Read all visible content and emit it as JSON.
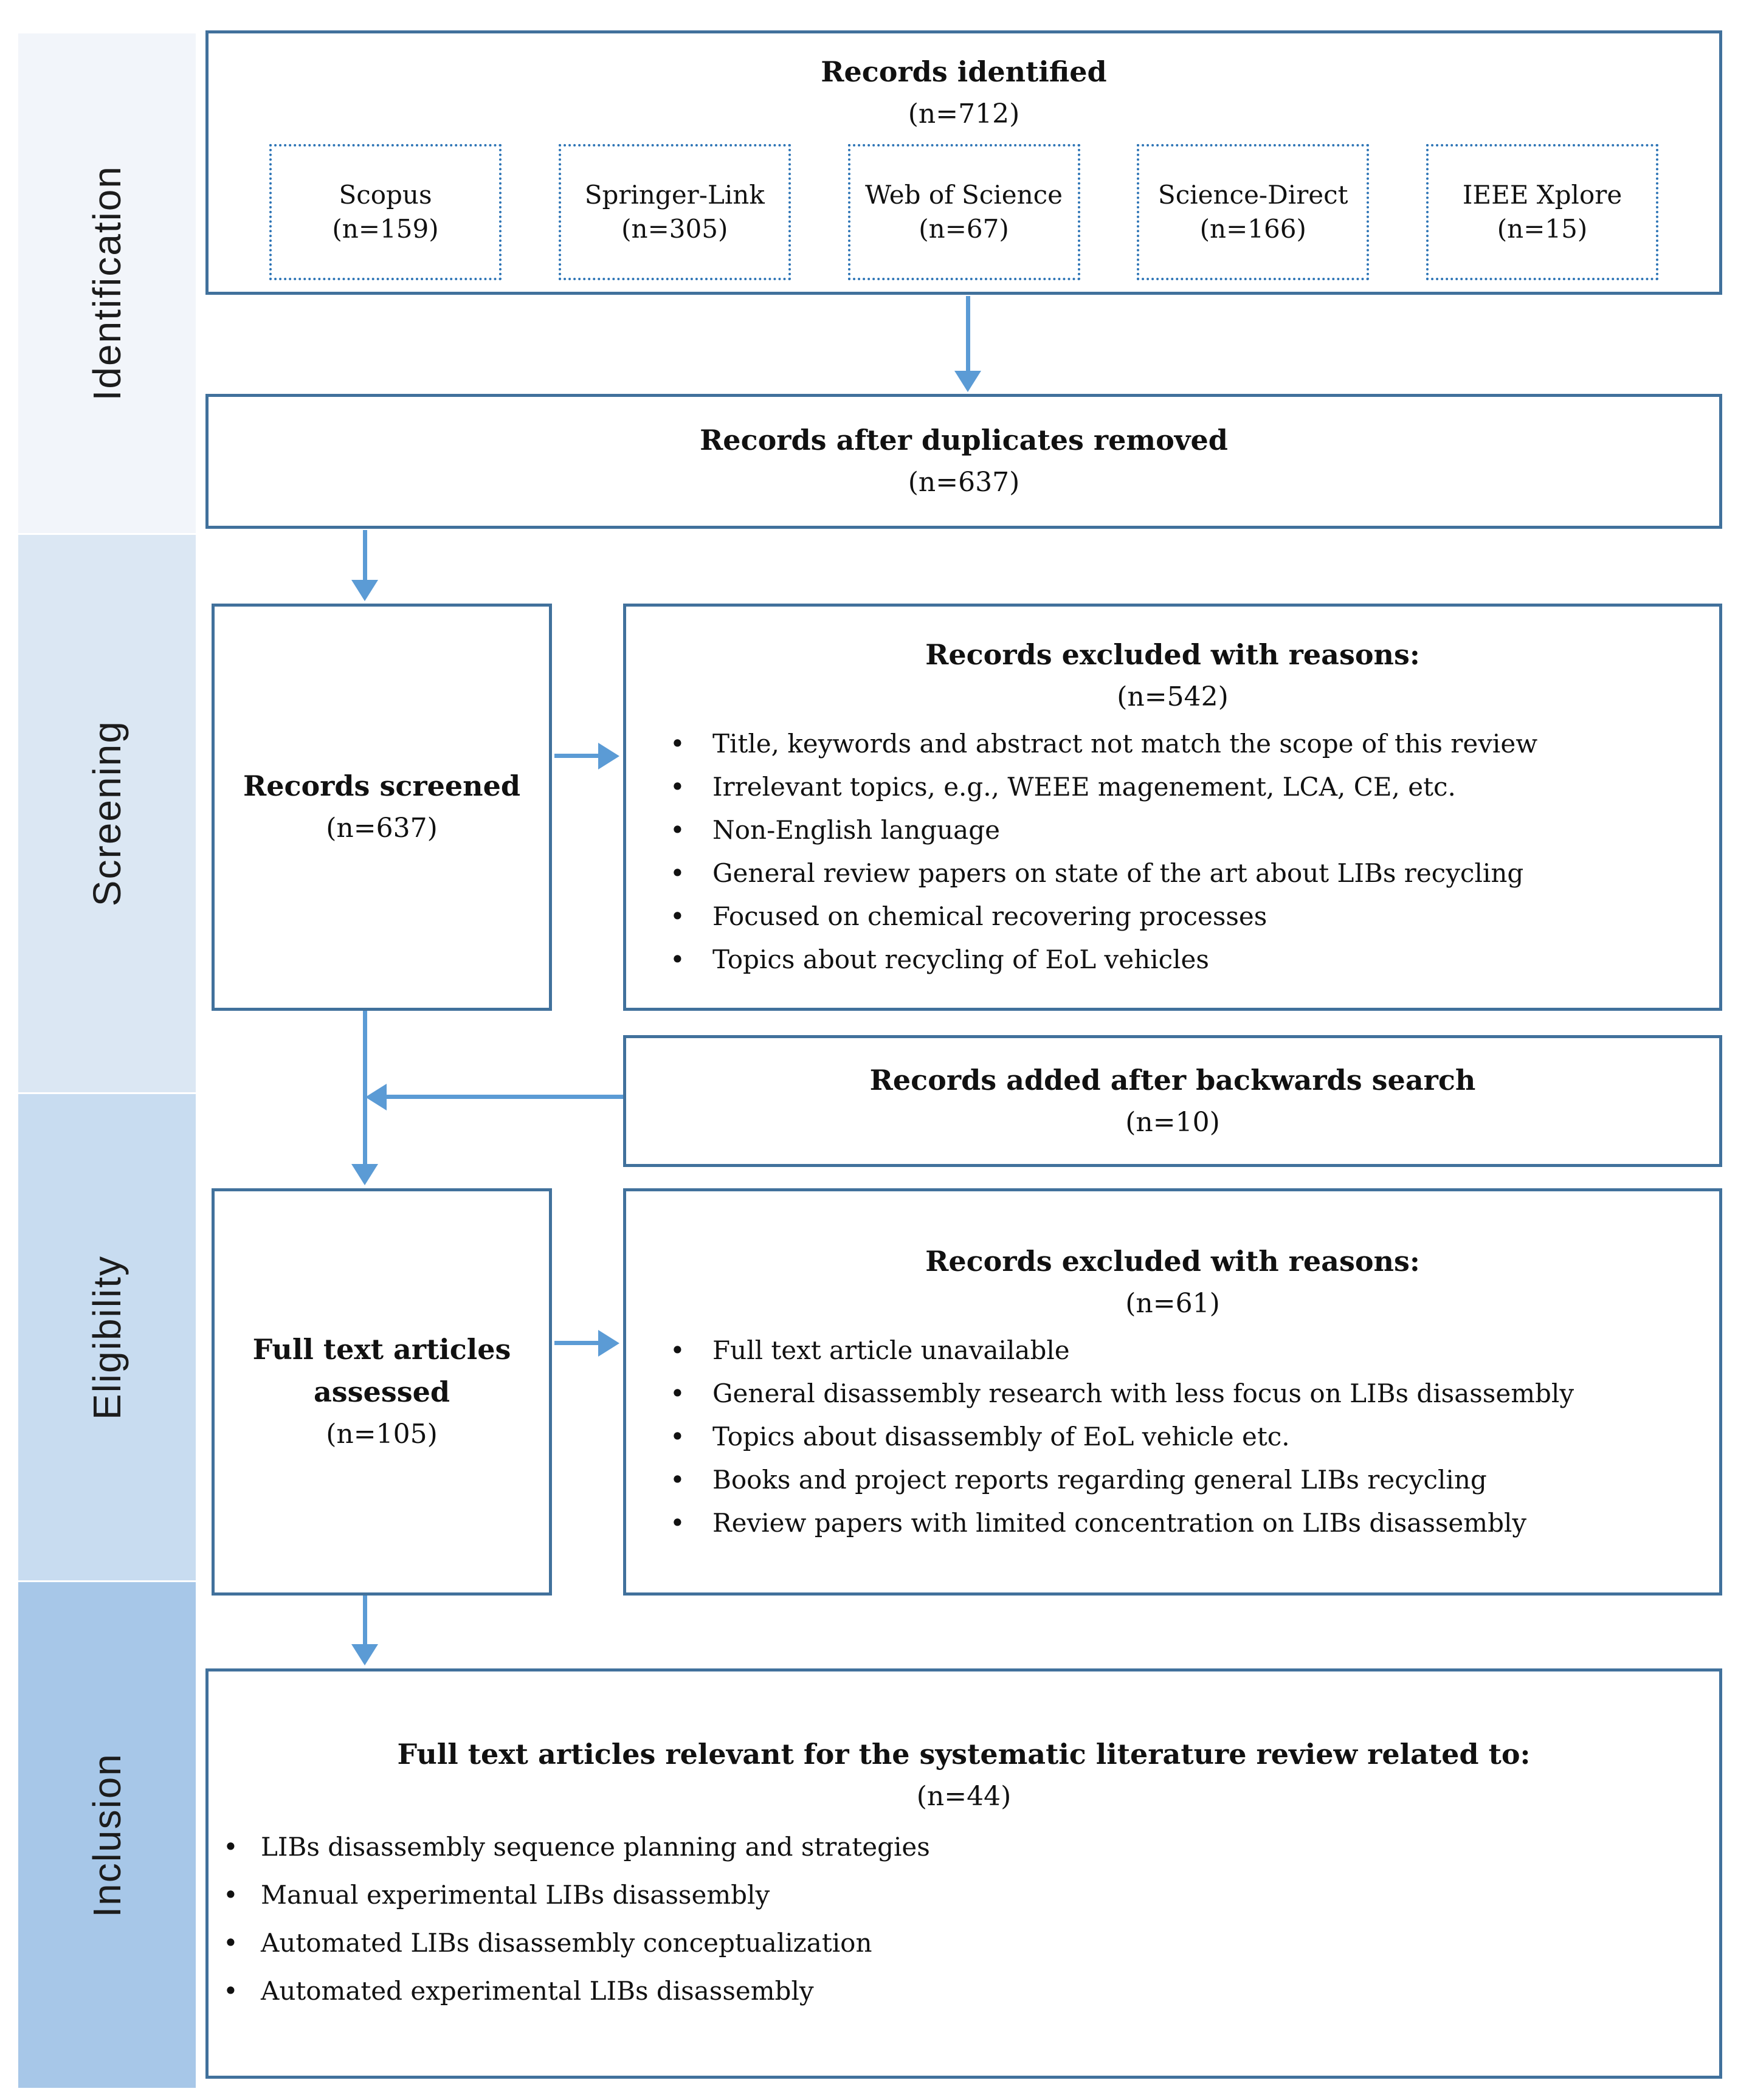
{
  "sidebar": {
    "phases": [
      {
        "label": "Identification",
        "color": "#f2f5fa"
      },
      {
        "label": "Screening",
        "color": "#dbe7f3"
      },
      {
        "label": "Eligibility",
        "color": "#c8dcf0"
      },
      {
        "label": "Inclusion",
        "color": "#a7c7e8"
      }
    ]
  },
  "identification": {
    "main_box": {
      "title": "Records identified",
      "count": "(n=712)"
    },
    "databases": [
      {
        "name": "Scopus",
        "count": "(n=159)"
      },
      {
        "name": "Springer-Link",
        "count": "(n=305)"
      },
      {
        "name": "Web of Science",
        "count": "(n=67)"
      },
      {
        "name": "Science-Direct",
        "count": "(n=166)"
      },
      {
        "name": "IEEE Xplore",
        "count": "(n=15)"
      }
    ],
    "duplicates_box": {
      "title": "Records after duplicates removed",
      "count": "(n=637)"
    }
  },
  "screening": {
    "screened_box": {
      "title": "Records screened",
      "count": "(n=637)"
    },
    "excluded_box": {
      "title": "Records excluded with reasons:",
      "count": "(n=542)",
      "reasons": [
        "Title, keywords and abstract not match the scope of this review",
        "Irrelevant topics, e.g.,  WEEE magenement,  LCA, CE, etc.",
        "Non-English language",
        "General review papers on state of the art about LIBs recycling",
        "Focused on chemical recovering processes",
        "Topics about recycling of EoL vehicles"
      ]
    },
    "backwards_box": {
      "title": "Records added after backwards search",
      "count": "(n=10)"
    }
  },
  "eligibility": {
    "assessed_box": {
      "title": "Full text articles assessed",
      "count": "(n=105)"
    },
    "excluded_box": {
      "title": "Records excluded with reasons:",
      "count": "(n=61)",
      "reasons": [
        "Full text article unavailable",
        "General disassembly research with less focus on LIBs disassembly",
        "Topics about disassembly of EoL vehicle etc.",
        "Books and project reports regarding general LIBs recycling",
        "Review papers with limited concentration on LIBs disassembly"
      ]
    }
  },
  "inclusion": {
    "final_box": {
      "title": "Full text articles relevant for the systematic literature review related to:",
      "count": "(n=44)",
      "topics": [
        "LIBs disassembly sequence planning and strategies",
        "Manual experimental LIBs disassembly",
        "Automated LIBs disassembly conceptualization",
        "Automated experimental LIBs disassembly"
      ]
    }
  },
  "colors": {
    "box_border": "#41719C",
    "arrow": "#5B9BD5",
    "database_dotted_border": "#2E75B6",
    "phase_identification": "#f2f5fa",
    "phase_screening": "#dbe7f3",
    "phase_eligibility": "#c8dcf0",
    "phase_inclusion": "#a7c7e8"
  }
}
